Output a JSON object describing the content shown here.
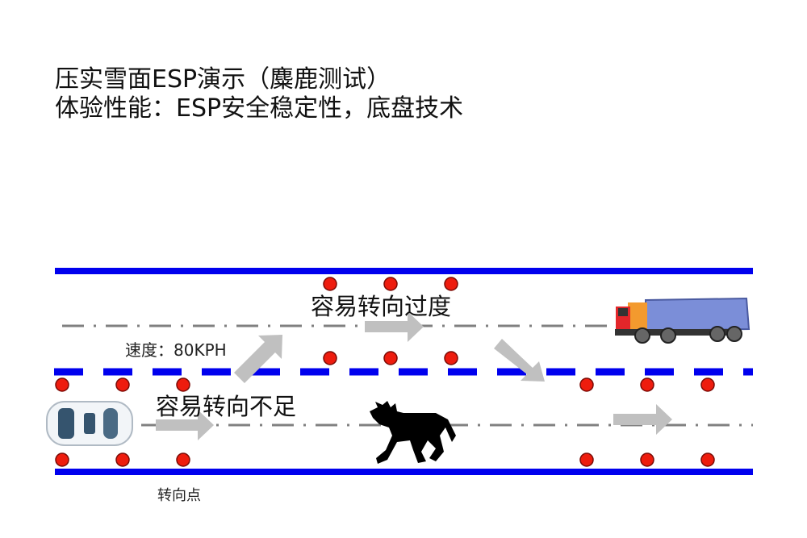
{
  "title_line1": "压实雪面ESP演示（麋鹿测试）",
  "title_line2": "体验性能：ESP安全稳定性，底盘技术",
  "diagram": {
    "oversteer_label": "容易转向过度",
    "understeer_label": "容易转向不足",
    "speed_label": "速度：80KPH",
    "turn_point_label": "转向点"
  },
  "colors": {
    "lane": "#0000ee",
    "cone": "#ee1c0e",
    "arrow": "#c0c0c0",
    "centerline": "#808080"
  }
}
